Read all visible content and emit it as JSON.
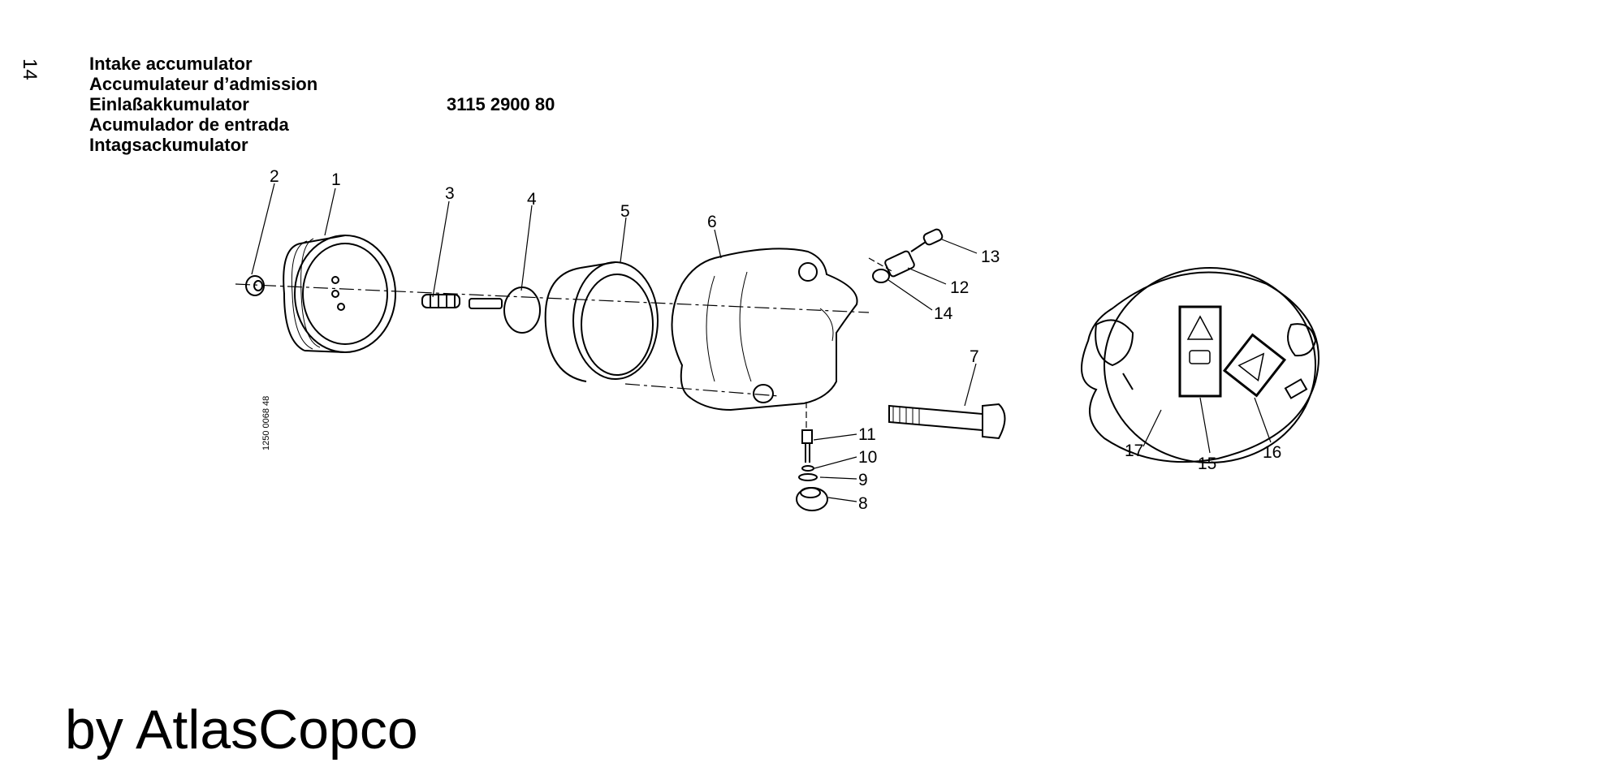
{
  "page_number": "14",
  "titles": [
    "Intake accumulator",
    "Accumulateur d’admission",
    "Einlaßakkumulator",
    "Acumulador de entrada",
    "Intagsackumulator"
  ],
  "part_number": "3115 2900 80",
  "drawing_code": "1250 0068 48",
  "footer": "by AtlasCopco",
  "callouts": [
    "1",
    "2",
    "3",
    "4",
    "5",
    "6",
    "7",
    "8",
    "9",
    "10",
    "11",
    "12",
    "13",
    "14",
    "15",
    "16",
    "17"
  ]
}
